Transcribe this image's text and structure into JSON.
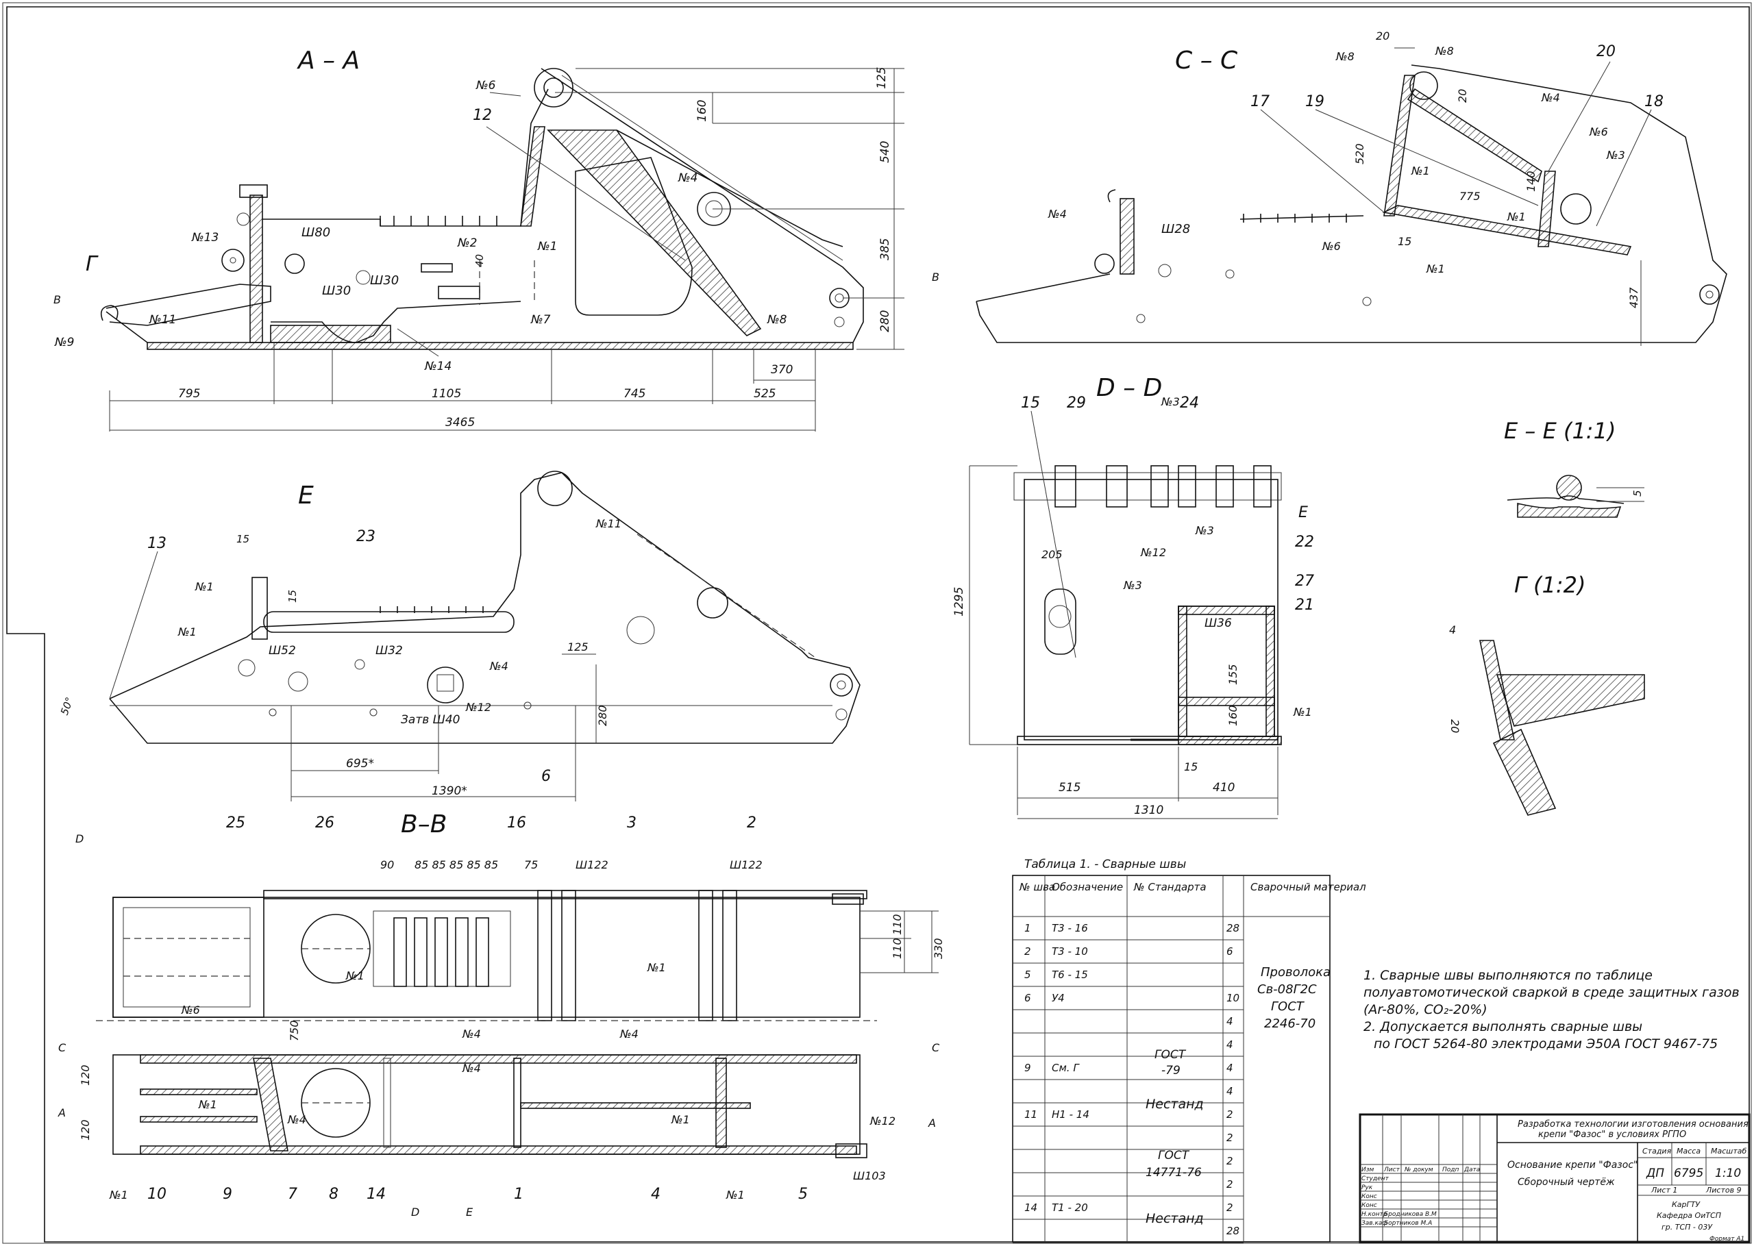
{
  "views": {
    "aa": {
      "title": "A – A",
      "weld_marks": [
        "№6",
        "№4",
        "№2",
        "№1",
        "№7",
        "№8",
        "№13",
        "№9",
        "№11",
        "№14",
        "Г"
      ],
      "hole_labels": [
        "Ш80",
        "Ш30",
        "Ш30"
      ],
      "part": "12",
      "section_marks": [
        "B",
        "B"
      ],
      "dims": {
        "d125": "125",
        "d160": "160",
        "d540": "540",
        "d385": "385",
        "d280": "280",
        "d370": "370",
        "d525": "525",
        "d795": "795",
        "d1105": "1105",
        "d745": "745",
        "d3465": "3465",
        "d40": "40"
      }
    },
    "cc": {
      "title": "C – C",
      "parts": [
        "17",
        "19",
        "20",
        "18"
      ],
      "weld_marks": [
        "№8",
        "№8",
        "№4",
        "№6",
        "№3",
        "№1",
        "№1",
        "№6",
        "№1",
        "№4"
      ],
      "hole_label": "Ш28",
      "dims": {
        "d20a": "20",
        "d20b": "20",
        "d520": "520",
        "d140": "140",
        "d775": "775",
        "d15": "15",
        "d437": "437"
      }
    },
    "e": {
      "title": "E",
      "parts": [
        "13",
        "23",
        "6"
      ],
      "weld_marks": [
        "№1",
        "№1",
        "№11",
        "№4",
        "№12"
      ],
      "hole_labels": [
        "Ш52",
        "Ш32",
        "Затв Ш40"
      ],
      "dims": {
        "d15a": "15",
        "d15b": "15",
        "d125": "125",
        "d280": "280",
        "d695": "695*",
        "d1390": "1390*",
        "angle": "50°"
      }
    },
    "dd": {
      "title": "D – D",
      "parts": [
        "15",
        "29",
        "24",
        "E",
        "22",
        "27",
        "21"
      ],
      "weld_marks": [
        "№3",
        "№3",
        "№12",
        "№3",
        "№1"
      ],
      "hole_label": "Ш36",
      "dims": {
        "d1295": "1295",
        "d205": "205",
        "d155": "155",
        "d160": "160",
        "d15": "15",
        "d515": "515",
        "d410": "410",
        "d1310": "1310"
      }
    },
    "ee": {
      "title": "E – E (1:1)",
      "dim": "5"
    },
    "gg": {
      "title": "Г (1:2)",
      "dims": [
        "4",
        "20"
      ]
    },
    "bb": {
      "title": "B–B",
      "parts": [
        "25",
        "26",
        "16",
        "3",
        "2",
        "10",
        "9",
        "7",
        "8",
        "14",
        "1",
        "4",
        "5"
      ],
      "dims": {
        "d90": "90",
        "d85": "85 85 85 85 85",
        "d75": "75",
        "w122a": "Ш122",
        "w122b": "Ш122",
        "d110a": "110",
        "d110b": "110",
        "d330": "330",
        "d750": "750",
        "d120a": "120",
        "d120b": "120",
        "w103": "Ш103"
      },
      "weld_marks": [
        "№1",
        "№6",
        "№1",
        "№4",
        "№4",
        "№4",
        "№1",
        "№4",
        "№1",
        "№12",
        "№1",
        "№1"
      ],
      "section_marks": [
        "D",
        "C",
        "C",
        "A",
        "A",
        "D",
        "E"
      ]
    }
  },
  "weld_table": {
    "caption": "Таблица 1. - Сварные швы",
    "headers": {
      "num": "№ шва",
      "designation": "Обозначение",
      "standard": "№ Стандарта",
      "material": "Сварочный материал"
    },
    "rows": [
      {
        "n": "1",
        "d": "Т3 - 16",
        "len": "28"
      },
      {
        "n": "2",
        "d": "Т3 - 10",
        "len": "6"
      },
      {
        "n": "5",
        "d": "Т6 - 15",
        "len": ""
      },
      {
        "n": "6",
        "d": "У4",
        "len": "10"
      },
      {
        "n": "",
        "d": "",
        "len": "4"
      },
      {
        "n": "",
        "d": "",
        "len": "4"
      },
      {
        "n": "9",
        "d": "См. Г",
        "len": "4"
      },
      {
        "n": "",
        "d": "",
        "len": "4"
      },
      {
        "n": "11",
        "d": "Н1 - 14",
        "len": "2"
      },
      {
        "n": "",
        "d": "",
        "len": "2"
      },
      {
        "n": "",
        "d": "",
        "len": "2"
      },
      {
        "n": "",
        "d": "",
        "len": "2"
      },
      {
        "n": "14",
        "d": "Т1 - 20",
        "len": "2"
      },
      {
        "n": "",
        "d": "",
        "len": "28"
      }
    ],
    "standards": [
      "ГОСТ",
      "-79",
      "Нестанд",
      "ГОСТ",
      "14771-76",
      "Нестанд"
    ],
    "material": [
      "Проволока",
      "Св-08Г2С",
      "ГОСТ",
      "2246-70"
    ]
  },
  "notes": [
    "1. Сварные швы выполняются по таблице",
    "полуавтомотической сваркой в среде защитных газов",
    "(Ar-80%, CO₂-20%)",
    "2. Допускается выполнять сварные швы",
    "по ГОСТ 5264-80 электродами Э50А ГОСТ 9467-75"
  ],
  "title_block": {
    "project": "Разработка технологии изготовления основания",
    "project2": "крепи \"Фазос\" в условиях РГПО",
    "name": "Основание крепи \"Фазос\"",
    "subtitle": "Сборочный чертёж",
    "stage_label": "Стадия",
    "mass_label": "Масса",
    "scale_label": "Масштаб",
    "stage": "ДП",
    "mass": "6795",
    "scale": "1:10",
    "sheet": "Лист 1",
    "sheets": "Листов 9",
    "org": [
      "КарГТУ",
      "Кафедра ОиТСП",
      "гр. ТСП - 03У"
    ],
    "roles": [
      "Изм",
      "Лист",
      "№ докум",
      "Подп",
      "Дата",
      "Студент",
      "Рук",
      "Конс",
      "Конс",
      "Н.контр",
      "Зав.каф"
    ],
    "people": [
      "Бродникова В.М",
      "Бортников М.А"
    ],
    "format": "Формат А1"
  }
}
